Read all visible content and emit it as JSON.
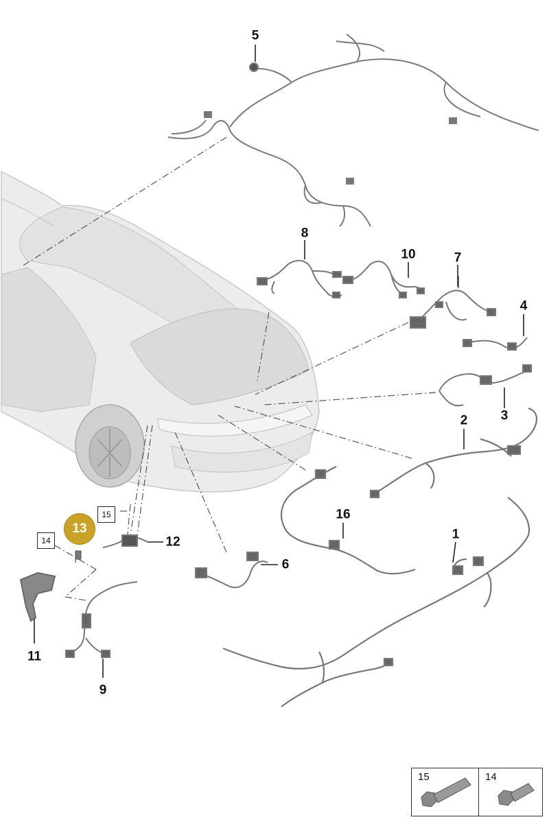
{
  "callouts": [
    {
      "id": "5",
      "label": "5"
    },
    {
      "id": "8",
      "label": "8"
    },
    {
      "id": "10",
      "label": "10"
    },
    {
      "id": "7",
      "label": "7"
    },
    {
      "id": "4",
      "label": "4"
    },
    {
      "id": "2",
      "label": "2"
    },
    {
      "id": "3",
      "label": "3"
    },
    {
      "id": "16",
      "label": "16"
    },
    {
      "id": "1",
      "label": "1"
    },
    {
      "id": "12",
      "label": "12"
    },
    {
      "id": "6",
      "label": "6"
    },
    {
      "id": "11",
      "label": "11"
    },
    {
      "id": "9",
      "label": "9"
    }
  ],
  "boxed_labels": {
    "b15": "15",
    "b14": "14"
  },
  "highlight": {
    "label": "13",
    "color": "#c9a227"
  },
  "legend": {
    "left_label": "15",
    "right_label": "14"
  },
  "colors": {
    "line": "#555555",
    "car_body": "#e6e6e6",
    "car_edge": "#c2c2c2",
    "part": "#8a8a8a"
  }
}
